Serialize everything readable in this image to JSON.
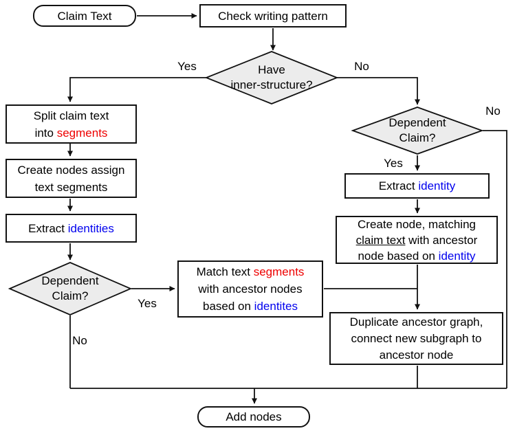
{
  "diagram_title": "Claim text parsing flowchart",
  "colors": {
    "highlight_red": "#ee0000",
    "highlight_blue": "#0000ee",
    "diamond_fill": "#ececec",
    "line": "#111111"
  },
  "nodes": {
    "claim_text": {
      "label": "Claim Text"
    },
    "check_pattern": {
      "label": "Check writing pattern"
    },
    "have_inner": {
      "l1": "Have",
      "l2": "inner-structure?"
    },
    "split": {
      "l1": "Split claim text",
      "l2a": "into ",
      "l2b": "segments"
    },
    "create_nodes": {
      "l1": "Create nodes assign",
      "l2": "text segments"
    },
    "extract_identities": {
      "a": "Extract ",
      "b": "identities"
    },
    "dependent_left": {
      "l1": "Dependent",
      "l2": "Claim?"
    },
    "match": {
      "l1a": "Match text ",
      "l1b": "segments",
      "l2": "with ancestor nodes",
      "l3a": "based on ",
      "l3b": "identites"
    },
    "dependent_right": {
      "l1": "Dependent",
      "l2": "Claim?"
    },
    "extract_identity": {
      "a": "Extract ",
      "b": "identity"
    },
    "create_node_match": {
      "l1": "Create node, matching",
      "l2a": "claim text",
      "l2b": " with ancestor",
      "l3a": "node based on ",
      "l3b": "identity"
    },
    "duplicate": {
      "l1": "Duplicate ancestor graph,",
      "l2": "connect new subgraph to",
      "l3": "ancestor node"
    },
    "add_nodes": {
      "label": "Add nodes"
    }
  },
  "edge_labels": {
    "yes_top": "Yes",
    "no_top": "No",
    "yes_right": "Yes",
    "no_far_right": "No",
    "yes_left": "Yes",
    "no_left": "No"
  }
}
